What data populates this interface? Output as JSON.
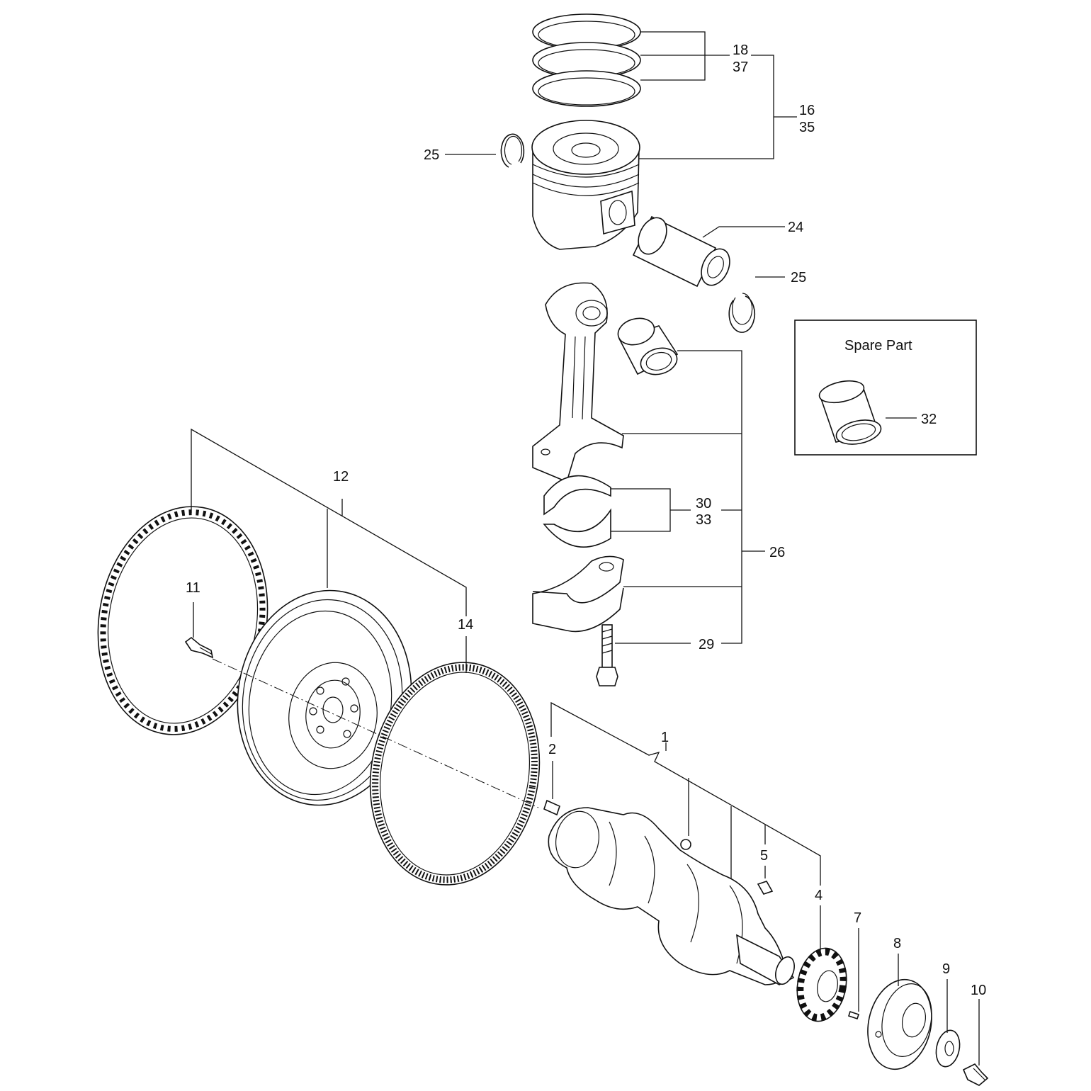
{
  "labels": {
    "l1": "1",
    "l2": "2",
    "l4": "4",
    "l5": "5",
    "l7": "7",
    "l8": "8",
    "l9": "9",
    "l10": "10",
    "l11": "11",
    "l12": "12",
    "l14": "14",
    "l16": "16",
    "l35": "35",
    "l18": "18",
    "l37": "37",
    "l24": "24",
    "l25a": "25",
    "l25b": "25",
    "l26": "26",
    "l29": "29",
    "l30": "30",
    "l33": "33",
    "l32": "32"
  },
  "spare_part": {
    "title": "Spare  Part"
  }
}
